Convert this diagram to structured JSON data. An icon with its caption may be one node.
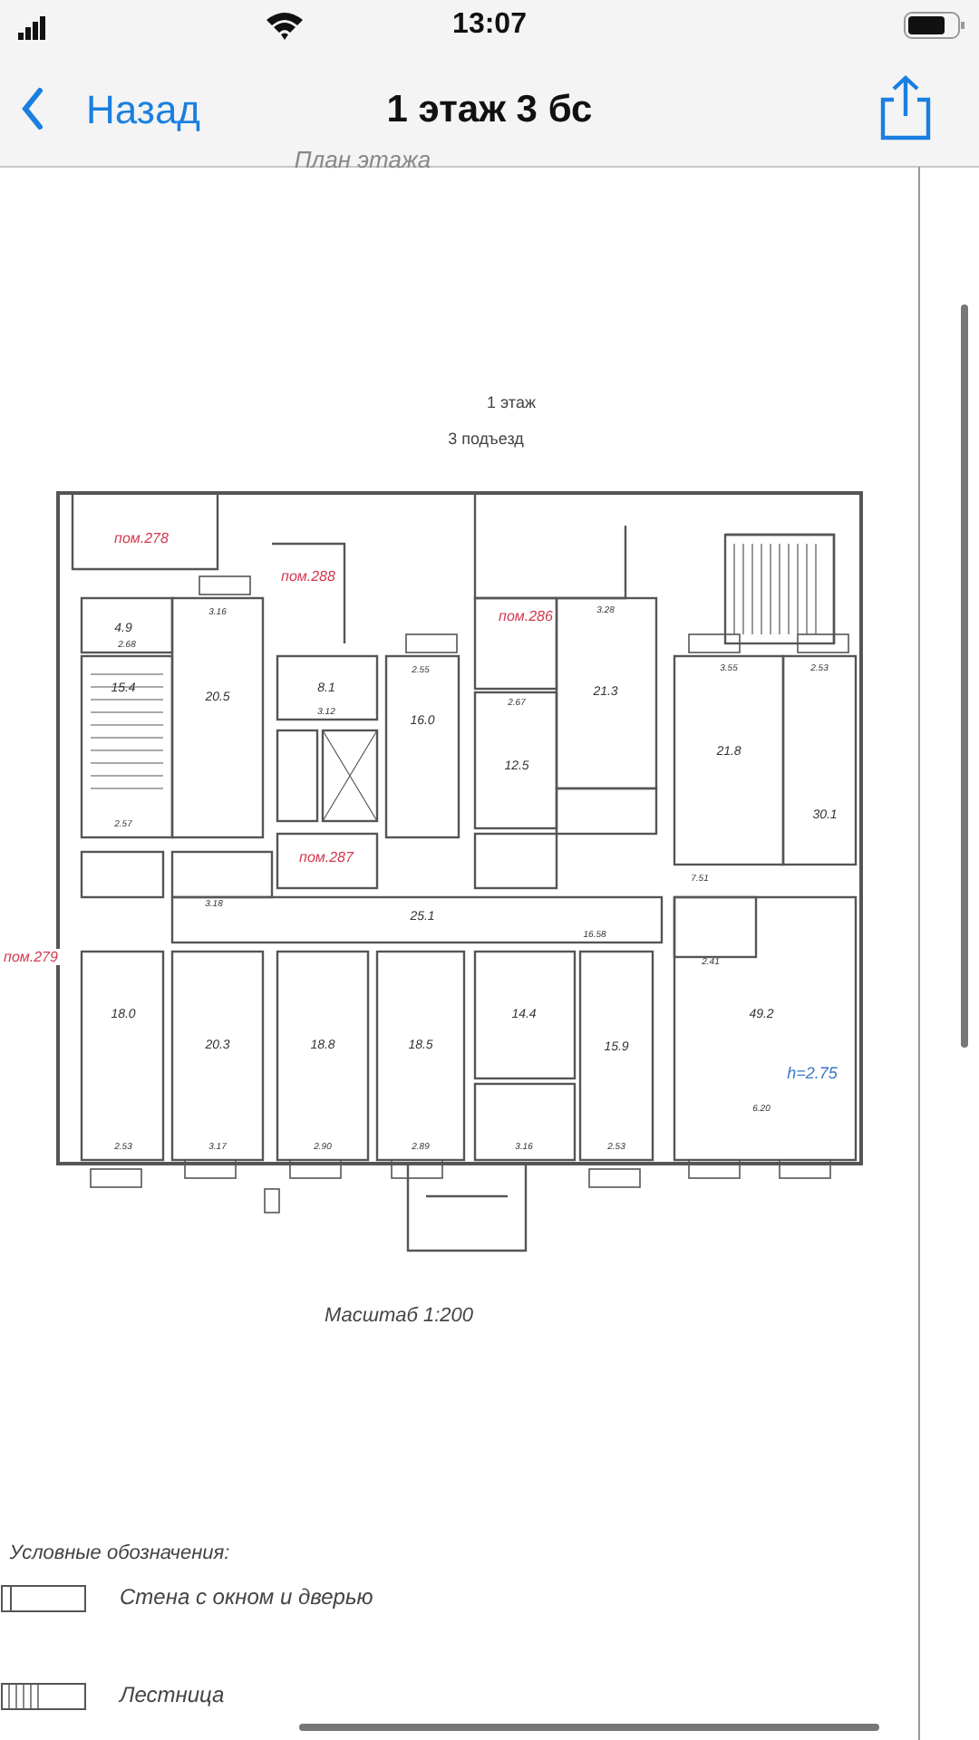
{
  "diagram": {
    "title": "1 этаж 3 бс",
    "labels": [
      "13:07",
      "Назад",
      "План этажа",
      "1 этаж",
      "3 подъезд",
      "пом.278",
      "пом.288",
      "пом.286",
      "пом.287",
      "пом.279",
      "h=2.75",
      "4.9",
      "15.4",
      "20.5",
      "8.1",
      "16.0",
      "12.5",
      "21.3",
      "21.8",
      "30.1",
      "25.1",
      "18.0",
      "20.3",
      "18.8",
      "18.5",
      "14.4",
      "15.9",
      "49.2",
      "3.16",
      "2.68",
      "2.57",
      "3.12",
      "2.55",
      "3.28",
      "3.55",
      "2.53",
      "2.67",
      "7.51",
      "3.18",
      "16.58",
      "2.53",
      "3.17",
      "2.90",
      "2.89",
      "3.16",
      "2.53",
      "6.20",
      "2.41",
      "Масштаб 1:200",
      "Условные обозначения:"
    ],
    "legend": [
      {
        "text": "Стена с окном и дверью"
      },
      {
        "text": "Лестница"
      }
    ]
  }
}
